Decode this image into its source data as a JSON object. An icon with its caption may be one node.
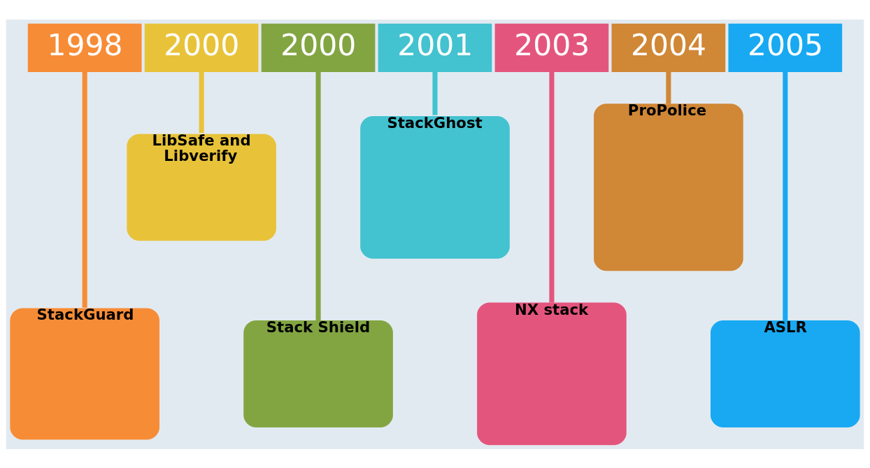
{
  "diagram": {
    "nodes": [
      {
        "text": [
          "1998"
        ]
      },
      {
        "text": [
          "2000"
        ]
      },
      {
        "text": [
          "2000"
        ]
      },
      {
        "text": [
          "2001"
        ]
      },
      {
        "text": [
          "2003"
        ]
      },
      {
        "text": [
          "2004"
        ]
      },
      {
        "text": [
          "2005"
        ]
      },
      {
        "text": [
          "StackGuard"
        ]
      },
      {
        "text": [
          "LibSafe and Libverify"
        ]
      },
      {
        "text": [
          "Stack Shield"
        ]
      },
      {
        "text": [
          "StackGhost"
        ]
      },
      {
        "text": [
          "NX stack"
        ]
      },
      {
        "text": [
          "ProPolice"
        ]
      },
      {
        "text": [
          "ASLR"
        ]
      }
    ],
    "edges": [
      {
        "from": 0,
        "to": 7,
        "arrow": "none",
        "color": "#f78c36"
      },
      {
        "from": 1,
        "to": 8,
        "arrow": "none",
        "color": "#e8c33a"
      },
      {
        "from": 2,
        "to": 9,
        "arrow": "none",
        "color": "#82a542"
      },
      {
        "from": 3,
        "to": 10,
        "arrow": "none",
        "color": "#43c2d0"
      },
      {
        "from": 4,
        "to": 11,
        "arrow": "none",
        "color": "#e4557d"
      },
      {
        "from": 5,
        "to": 12,
        "arrow": "none",
        "color": "#d08736"
      },
      {
        "from": 6,
        "to": 13,
        "arrow": "none",
        "color": "#18a9f2"
      }
    ]
  }
}
